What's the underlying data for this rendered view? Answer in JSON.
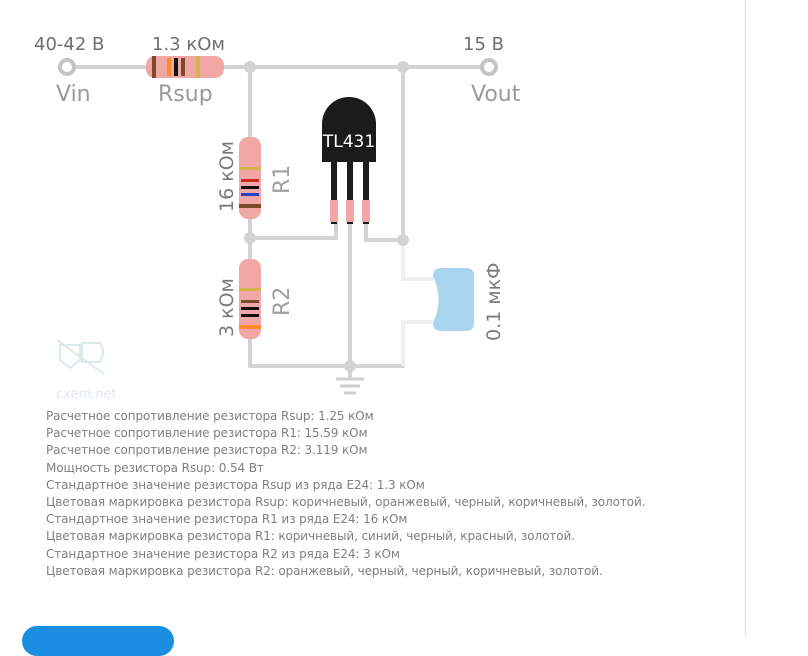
{
  "circuit": {
    "vin_value": "40-42 В",
    "vin_label": "Vin",
    "rsup_value": "1.3 кОм",
    "rsup_label": "Rsup",
    "vout_value": "15 В",
    "vout_label": "Vout",
    "ic_label": "TL431",
    "r1_value": "16 кОм",
    "r1_label": "R1",
    "r2_value": "3 кОм",
    "r2_label": "R2",
    "cap_value": "0.1 мкФ",
    "watermark": "cxem.net"
  },
  "results": [
    "Расчетное сопротивление резистора Rsup: 1.25 кОм",
    "Расчетное сопротивление резистора R1: 15.59 кОм",
    "Расчетное сопротивление резистора R2: 3.119 кОм",
    "Мощность резистора Rsup: 0.54 Вт",
    "Стандартное значение резистора Rsup из ряда E24: 1.3 кОм",
    "Цветовая маркировка резистора Rsup: коричневый, оранжевый, черный, коричневый, золотой.",
    "Стандартное значение резистора R1 из ряда E24: 16 кОм",
    "Цветовая маркировка резистора R1: коричневый, синий, черный, красный, золотой.",
    "Стандартное значение резистора R2 из ряда E24: 3 кОм",
    "Цветовая маркировка резистора R2: оранжевый, черный, черный, коричневый, золотой."
  ],
  "colors": {
    "wire": "#d3d3d3",
    "resistor_body": "#f2a7a7",
    "capacitor": "#a9d6ee",
    "ic_body": "#1b1b1b",
    "button": "#1a8ee0"
  },
  "icons": {
    "ground": "ground-icon",
    "terminal": "terminal-icon",
    "watermark": "cxem-logo-icon"
  }
}
